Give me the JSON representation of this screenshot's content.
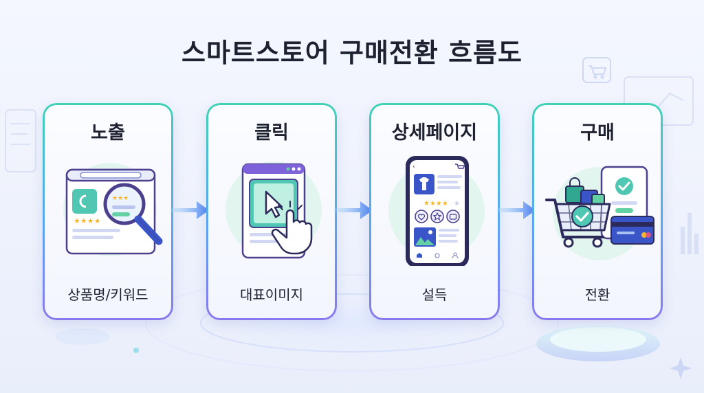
{
  "title": "스마트스토어 구매전환 흐름도",
  "colors": {
    "accent_teal": "#3fd2b7",
    "accent_blue": "#4a7ff0",
    "accent_purple": "#8a78ee",
    "star": "#f5b731",
    "text": "#1d2130"
  },
  "steps": [
    {
      "title": "노출",
      "subtitle": "상품명/키워드",
      "icon": "magnifier-search-icon"
    },
    {
      "title": "클릭",
      "subtitle": "대표이미지",
      "icon": "cursor-click-icon"
    },
    {
      "title": "상세페이지",
      "subtitle": "설득",
      "icon": "smartphone-product-icon"
    },
    {
      "title": "구매",
      "subtitle": "전환",
      "icon": "shopping-cart-checkout-icon"
    }
  ]
}
